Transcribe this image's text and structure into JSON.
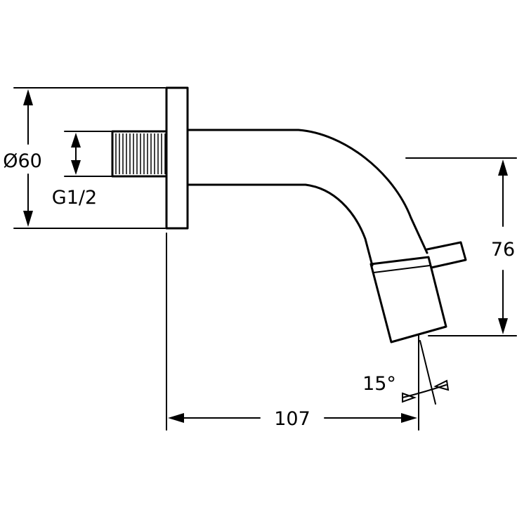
{
  "dimensions": {
    "flange_diameter": "Ø60",
    "thread": "G1/2",
    "height": "76",
    "projection": "107",
    "angle": "15°"
  }
}
